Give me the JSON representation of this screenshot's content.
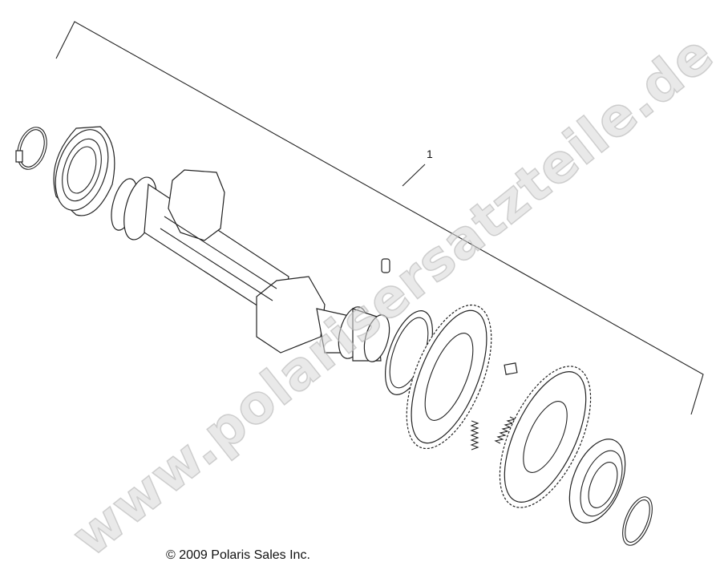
{
  "diagram": {
    "callout_label": "1",
    "copyright": "© 2009 Polaris Sales Inc.",
    "watermark": "www.polarisersatzteile.de",
    "parts": [
      "snap-ring-left",
      "bearing-left",
      "crankshaft-assembly",
      "pin",
      "thrust-washer",
      "gear-left",
      "spring-small",
      "spring-left",
      "spring-right",
      "gear-right",
      "bearing-right",
      "snap-ring-right"
    ]
  }
}
